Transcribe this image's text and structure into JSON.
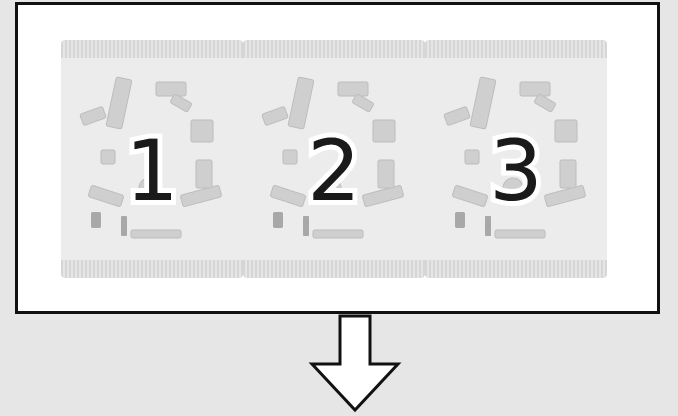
{
  "bags": [
    {
      "label": "1",
      "icon": "parts-bag-icon"
    },
    {
      "label": "2",
      "icon": "parts-bag-icon"
    },
    {
      "label": "3",
      "icon": "parts-bag-icon"
    }
  ],
  "arrow": {
    "icon": "arrow-down-icon"
  },
  "colors": {
    "background": "#e6e6e6",
    "frame_fill": "#ffffff",
    "frame_border": "#111111",
    "bag": "#e3e3e3",
    "number": "#1a1a1a"
  }
}
